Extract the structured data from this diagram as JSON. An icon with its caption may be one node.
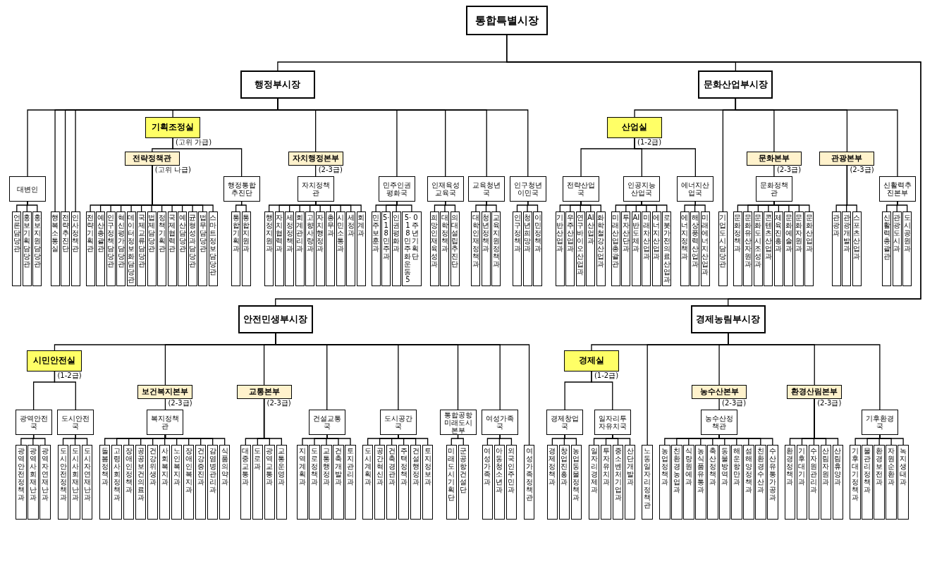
{
  "diagram": {
    "nodes": [
      {
        "text": [
          "통합특별시장"
        ]
      },
      {
        "text": [
          "행정부시장"
        ]
      },
      {
        "text": [
          "대변인"
        ]
      },
      {
        "text": [
          "언론담당관"
        ]
      },
      {
        "text": [
          "홍보기획담당관"
        ]
      },
      {
        "text": [
          "홍보지원담당관"
        ]
      },
      {
        "text": [
          "행복소통실"
        ]
      },
      {
        "text": [
          "전략추진단"
        ]
      },
      {
        "text": [
          "인사정책관"
        ]
      },
      {
        "text": [
          "기획조정실"
        ],
        "beside": [
          "(고위 가급)"
        ]
      },
      {
        "text": [
          "전략정책관"
        ],
        "beside": [
          "(고위 나급)"
        ]
      },
      {
        "text": [
          "전략기획관"
        ]
      },
      {
        "text": [
          "예산총괄관"
        ]
      },
      {
        "text": [
          "인구정책담당관"
        ]
      },
      {
        "text": [
          "혁신평가담당관"
        ]
      },
      {
        "text": [
          "데이터정보화담당관"
        ]
      },
      {
        "text": [
          "국제교류담당관"
        ]
      },
      {
        "text": [
          "법제담당관"
        ]
      },
      {
        "text": [
          "정책기획관"
        ]
      },
      {
        "text": [
          "국제협력관"
        ]
      },
      {
        "text": [
          "예산담당관"
        ]
      },
      {
        "text": [
          "균형성과담당관"
        ]
      },
      {
        "text": [
          "법무담당관"
        ]
      },
      {
        "text": [
          "스마트정보담당관"
        ]
      },
      {
        "text": [
          "행정통합추진단"
        ]
      },
      {
        "text": [
          "통합기획과"
        ]
      },
      {
        "text": [
          "통합지원과"
        ]
      },
      {
        "text": [
          "자치행정본부"
        ],
        "beside": [
          "(2-3급)"
        ]
      },
      {
        "text": [
          "자치정책관"
        ]
      },
      {
        "text": [
          "행정지원과"
        ]
      },
      {
        "text": [
          "자치협력과"
        ]
      },
      {
        "text": [
          "세정정책과"
        ]
      },
      {
        "text": [
          "회계관리과"
        ]
      },
      {
        "text": [
          "고향사랑과"
        ]
      },
      {
        "text": [
          "자치행정과"
        ]
      },
      {
        "text": [
          "총무과"
        ]
      },
      {
        "text": [
          "시민소통과"
        ]
      },
      {
        "text": [
          "세정과"
        ]
      },
      {
        "text": [
          "회계과"
        ]
      },
      {
        "text": [
          "민주인권평화국"
        ]
      },
      {
        "text": [
          "민주보훈과"
        ]
      },
      {
        "text": [
          "5·18민주과"
        ]
      },
      {
        "text": [
          "인권평화과"
        ]
      },
      {
        "text": [
          "5·18민주화운동50주년기획단"
        ]
      },
      {
        "text": [
          "인재육성교육국"
        ]
      },
      {
        "text": [
          "희망인재육성과"
        ]
      },
      {
        "text": [
          "대학정책과"
        ]
      },
      {
        "text": [
          "의대설립추진단"
        ]
      },
      {
        "text": [
          "교육청년국"
        ]
      },
      {
        "text": [
          "대학인재정책과"
        ]
      },
      {
        "text": [
          "청년정책과"
        ]
      },
      {
        "text": [
          "교육지원정책과"
        ]
      },
      {
        "text": [
          "인구청년이민국"
        ]
      },
      {
        "text": [
          "인구정책과"
        ]
      },
      {
        "text": [
          "청년희망과"
        ]
      },
      {
        "text": [
          "이민정책과"
        ]
      },
      {
        "text": [
          "문화산업부시장"
        ]
      },
      {
        "text": [
          "산업실"
        ],
        "beside": [
          "(1-2급)"
        ]
      },
      {
        "text": [
          "전략산업국"
        ]
      },
      {
        "text": [
          "기반산업과"
        ]
      },
      {
        "text": [
          "우주산업과"
        ]
      },
      {
        "text": [
          "연구바이오산업과"
        ]
      },
      {
        "text": [
          "AI산업과"
        ]
      },
      {
        "text": [
          "화학철강산업과"
        ]
      },
      {
        "text": [
          "인공지능산업국"
        ]
      },
      {
        "text": [
          "미래산업총괄관"
        ]
      },
      {
        "text": [
          "투자산단과"
        ]
      },
      {
        "text": [
          "AI반도체과"
        ]
      },
      {
        "text": [
          "미래차산업과"
        ]
      },
      {
        "text": [
          "에너지산업과"
        ]
      },
      {
        "text": [
          "로봇가전의료산업과"
        ]
      },
      {
        "text": [
          "에너지산업국"
        ]
      },
      {
        "text": [
          "에너지정책과"
        ]
      },
      {
        "text": [
          "해상풍력산업과"
        ]
      },
      {
        "text": [
          "미래에너지산업과"
        ]
      },
      {
        "text": [
          "기업도시담당관"
        ]
      },
      {
        "text": [
          "문화본부"
        ],
        "beside": [
          "(2-3급)"
        ]
      },
      {
        "text": [
          "문화정책관"
        ]
      },
      {
        "text": [
          "문화정책과"
        ]
      },
      {
        "text": [
          "문화유산자원과"
        ]
      },
      {
        "text": [
          "문화도시조성과"
        ]
      },
      {
        "text": [
          "콘텐츠산업과"
        ]
      },
      {
        "text": [
          "체육진흥과"
        ]
      },
      {
        "text": [
          "문화예술과"
        ]
      },
      {
        "text": [
          "문화자원과"
        ]
      },
      {
        "text": [
          "문화산업과"
        ]
      },
      {
        "text": [
          "관광본부"
        ],
        "beside": [
          "(2-3급)"
        ]
      },
      {
        "text": [
          "관광과"
        ]
      },
      {
        "text": [
          "관광개발과"
        ]
      },
      {
        "text": [
          "스포츠산업과"
        ]
      },
      {
        "text": [
          "신활력추진본부"
        ]
      },
      {
        "text": [
          "신활력총괄관"
        ]
      },
      {
        "text": [
          "관광도시과"
        ]
      },
      {
        "text": [
          "도시공원과"
        ]
      },
      {
        "text": [
          "안전민생부시장"
        ]
      },
      {
        "text": [
          "시민안전실"
        ],
        "beside": [
          "(1-2급)"
        ]
      },
      {
        "text": [
          "광역안전국"
        ]
      },
      {
        "text": [
          "광역안전정책과"
        ]
      },
      {
        "text": [
          "광역사회재난과"
        ]
      },
      {
        "text": [
          "광역자연재난과"
        ]
      },
      {
        "text": [
          "도시안전국"
        ]
      },
      {
        "text": [
          "도시안전정책과"
        ]
      },
      {
        "text": [
          "도시사회재난과"
        ]
      },
      {
        "text": [
          "도시자연재난과"
        ]
      },
      {
        "text": [
          "보건복지본부"
        ],
        "beside": [
          "(2-3급)"
        ]
      },
      {
        "text": [
          "복지정책관"
        ]
      },
      {
        "text": [
          "돌봄정책과"
        ]
      },
      {
        "text": [
          "고령사회정책과"
        ]
      },
      {
        "text": [
          "장애인정책과"
        ]
      },
      {
        "text": [
          "공공보건의료과"
        ]
      },
      {
        "text": [
          "건강위생과"
        ]
      },
      {
        "text": [
          "사회복지과"
        ]
      },
      {
        "text": [
          "노인복지과"
        ]
      },
      {
        "text": [
          "장애인복지과"
        ]
      },
      {
        "text": [
          "건강증진과"
        ]
      },
      {
        "text": [
          "감염병관리과"
        ]
      },
      {
        "text": [
          "식품의약과"
        ]
      },
      {
        "text": [
          "교통본부"
        ],
        "beside": [
          "(2-3급)"
        ]
      },
      {
        "text": [
          "대중교통과"
        ]
      },
      {
        "text": [
          "도로과"
        ]
      },
      {
        "text": [
          "광역교통과"
        ]
      },
      {
        "text": [
          "교통운영과"
        ]
      },
      {
        "text": [
          "건설교통국"
        ]
      },
      {
        "text": [
          "지역계획과"
        ]
      },
      {
        "text": [
          "도로정책과"
        ]
      },
      {
        "text": [
          "교통행정과"
        ]
      },
      {
        "text": [
          "건축개발과"
        ]
      },
      {
        "text": [
          "토지관리과"
        ]
      },
      {
        "text": [
          "도시공간국"
        ]
      },
      {
        "text": [
          "도시계획과"
        ]
      },
      {
        "text": [
          "공간혁신과"
        ]
      },
      {
        "text": [
          "건축경관과"
        ]
      },
      {
        "text": [
          "주택정책과"
        ]
      },
      {
        "text": [
          "건설행정과"
        ]
      },
      {
        "text": [
          "토지정보과"
        ]
      },
      {
        "text": [
          "통합공항미래도시본부"
        ]
      },
      {
        "text": [
          "미래도시기획단"
        ]
      },
      {
        "text": [
          "군공항건설단"
        ]
      },
      {
        "text": [
          "여성가족국"
        ]
      },
      {
        "text": [
          "여성가족과"
        ]
      },
      {
        "text": [
          "아동청소년과"
        ]
      },
      {
        "text": [
          "외국인주민과"
        ]
      },
      {
        "text": [
          "여성가족정책관"
        ]
      },
      {
        "text": [
          "경제농림부시장"
        ]
      },
      {
        "text": [
          "경제실"
        ],
        "beside": [
          "(1-2급)"
        ]
      },
      {
        "text": [
          "경제창업국"
        ]
      },
      {
        "text": [
          "경제정책과"
        ]
      },
      {
        "text": [
          "창업진흥과"
        ]
      },
      {
        "text": [
          "농업동물정책과"
        ]
      },
      {
        "text": [
          "일자리투자유치국"
        ]
      },
      {
        "text": [
          "일자리경제과"
        ]
      },
      {
        "text": [
          "투자유치과"
        ]
      },
      {
        "text": [
          "중소벤처기업과"
        ]
      },
      {
        "text": [
          "산단개발과"
        ]
      },
      {
        "text": [
          "노동일자리정책관"
        ]
      },
      {
        "text": [
          "농수산본부"
        ],
        "beside": [
          "(2-3급)"
        ]
      },
      {
        "text": [
          "농수산정책관"
        ]
      },
      {
        "text": [
          "농업정책과"
        ]
      },
      {
        "text": [
          "친환경농업과"
        ]
      },
      {
        "text": [
          "식량원예과"
        ]
      },
      {
        "text": [
          "농식품유통과"
        ]
      },
      {
        "text": [
          "축산정책과"
        ]
      },
      {
        "text": [
          "동물방역과"
        ]
      },
      {
        "text": [
          "해운항만과"
        ]
      },
      {
        "text": [
          "섬해양정책과"
        ]
      },
      {
        "text": [
          "친환경수산과"
        ]
      },
      {
        "text": [
          "수산유통가공과"
        ]
      },
      {
        "text": [
          "환경산림본부"
        ],
        "beside": [
          "(2-3급)"
        ]
      },
      {
        "text": [
          "환경정책과"
        ]
      },
      {
        "text": [
          "기후대기과"
        ]
      },
      {
        "text": [
          "수자원관리과"
        ]
      },
      {
        "text": [
          "산림자원과"
        ]
      },
      {
        "text": [
          "산림휴양과"
        ]
      },
      {
        "text": [
          "기후환경국"
        ]
      },
      {
        "text": [
          "기후대기정책과"
        ]
      },
      {
        "text": [
          "물관리정책과"
        ]
      },
      {
        "text": [
          "환경보전과"
        ]
      },
      {
        "text": [
          "자원순환과"
        ]
      },
      {
        "text": [
          "녹지생태과"
        ]
      }
    ],
    "edges": [
      {
        "from": 0,
        "to": 1,
        "arrow": "none"
      },
      {
        "from": 1,
        "to": 2,
        "arrow": "none"
      },
      {
        "from": 2,
        "to": 3,
        "arrow": "none"
      },
      {
        "from": 2,
        "to": 4,
        "arrow": "none"
      },
      {
        "from": 2,
        "to": 5,
        "arrow": "none"
      },
      {
        "from": 1,
        "to": 6,
        "arrow": "none"
      },
      {
        "from": 1,
        "to": 7,
        "arrow": "none"
      },
      {
        "from": 1,
        "to": 8,
        "arrow": "none"
      },
      {
        "from": 1,
        "to": 9,
        "arrow": "none"
      },
      {
        "from": 9,
        "to": 10,
        "arrow": "none"
      },
      {
        "from": 10,
        "to": 11,
        "arrow": "none"
      },
      {
        "from": 10,
        "to": 12,
        "arrow": "none"
      },
      {
        "from": 10,
        "to": 13,
        "arrow": "none"
      },
      {
        "from": 10,
        "to": 14,
        "arrow": "none"
      },
      {
        "from": 10,
        "to": 15,
        "arrow": "none"
      },
      {
        "from": 10,
        "to": 16,
        "arrow": "none"
      },
      {
        "from": 10,
        "to": 17,
        "arrow": "none"
      },
      {
        "from": 10,
        "to": 18,
        "arrow": "none"
      },
      {
        "from": 10,
        "to": 19,
        "arrow": "none"
      },
      {
        "from": 10,
        "to": 20,
        "arrow": "none"
      },
      {
        "from": 10,
        "to": 21,
        "arrow": "none"
      },
      {
        "from": 10,
        "to": 22,
        "arrow": "none"
      },
      {
        "from": 10,
        "to": 23,
        "arrow": "none"
      },
      {
        "from": 9,
        "to": 24,
        "arrow": "none"
      },
      {
        "from": 24,
        "to": 25,
        "arrow": "none"
      },
      {
        "from": 24,
        "to": 26,
        "arrow": "none"
      },
      {
        "from": 1,
        "to": 27,
        "arrow": "none"
      },
      {
        "from": 27,
        "to": 28,
        "arrow": "none"
      },
      {
        "from": 28,
        "to": 29,
        "arrow": "none"
      },
      {
        "from": 28,
        "to": 30,
        "arrow": "none"
      },
      {
        "from": 28,
        "to": 31,
        "arrow": "none"
      },
      {
        "from": 28,
        "to": 32,
        "arrow": "none"
      },
      {
        "from": 28,
        "to": 33,
        "arrow": "none"
      },
      {
        "from": 28,
        "to": 34,
        "arrow": "none"
      },
      {
        "from": 28,
        "to": 35,
        "arrow": "none"
      },
      {
        "from": 28,
        "to": 36,
        "arrow": "none"
      },
      {
        "from": 28,
        "to": 37,
        "arrow": "none"
      },
      {
        "from": 28,
        "to": 38,
        "arrow": "none"
      },
      {
        "from": 1,
        "to": 39,
        "arrow": "none"
      },
      {
        "from": 39,
        "to": 40,
        "arrow": "none"
      },
      {
        "from": 39,
        "to": 41,
        "arrow": "none"
      },
      {
        "from": 39,
        "to": 42,
        "arrow": "none"
      },
      {
        "from": 39,
        "to": 43,
        "arrow": "none"
      },
      {
        "from": 1,
        "to": 44,
        "arrow": "none"
      },
      {
        "from": 44,
        "to": 45,
        "arrow": "none"
      },
      {
        "from": 44,
        "to": 46,
        "arrow": "none"
      },
      {
        "from": 44,
        "to": 47,
        "arrow": "none"
      },
      {
        "from": 1,
        "to": 48,
        "arrow": "none"
      },
      {
        "from": 48,
        "to": 49,
        "arrow": "none"
      },
      {
        "from": 48,
        "to": 50,
        "arrow": "none"
      },
      {
        "from": 48,
        "to": 51,
        "arrow": "none"
      },
      {
        "from": 1,
        "to": 52,
        "arrow": "none"
      },
      {
        "from": 52,
        "to": 53,
        "arrow": "none"
      },
      {
        "from": 52,
        "to": 54,
        "arrow": "none"
      },
      {
        "from": 52,
        "to": 55,
        "arrow": "none"
      },
      {
        "from": 0,
        "to": 56,
        "arrow": "none"
      },
      {
        "from": 56,
        "to": 57,
        "arrow": "none"
      },
      {
        "from": 57,
        "to": 58,
        "arrow": "none"
      },
      {
        "from": 58,
        "to": 59,
        "arrow": "none"
      },
      {
        "from": 58,
        "to": 60,
        "arrow": "none"
      },
      {
        "from": 58,
        "to": 61,
        "arrow": "none"
      },
      {
        "from": 58,
        "to": 62,
        "arrow": "none"
      },
      {
        "from": 58,
        "to": 63,
        "arrow": "none"
      },
      {
        "from": 57,
        "to": 64,
        "arrow": "none"
      },
      {
        "from": 64,
        "to": 65,
        "arrow": "none"
      },
      {
        "from": 64,
        "to": 66,
        "arrow": "none"
      },
      {
        "from": 64,
        "to": 67,
        "arrow": "none"
      },
      {
        "from": 64,
        "to": 68,
        "arrow": "none"
      },
      {
        "from": 64,
        "to": 69,
        "arrow": "none"
      },
      {
        "from": 64,
        "to": 70,
        "arrow": "none"
      },
      {
        "from": 57,
        "to": 71,
        "arrow": "none"
      },
      {
        "from": 71,
        "to": 72,
        "arrow": "none"
      },
      {
        "from": 71,
        "to": 73,
        "arrow": "none"
      },
      {
        "from": 71,
        "to": 74,
        "arrow": "none"
      },
      {
        "from": 56,
        "to": 75,
        "arrow": "none"
      },
      {
        "from": 56,
        "to": 76,
        "arrow": "none"
      },
      {
        "from": 76,
        "to": 77,
        "arrow": "none"
      },
      {
        "from": 77,
        "to": 78,
        "arrow": "none"
      },
      {
        "from": 77,
        "to": 79,
        "arrow": "none"
      },
      {
        "from": 77,
        "to": 80,
        "arrow": "none"
      },
      {
        "from": 77,
        "to": 81,
        "arrow": "none"
      },
      {
        "from": 77,
        "to": 82,
        "arrow": "none"
      },
      {
        "from": 77,
        "to": 83,
        "arrow": "none"
      },
      {
        "from": 77,
        "to": 84,
        "arrow": "none"
      },
      {
        "from": 77,
        "to": 85,
        "arrow": "none"
      },
      {
        "from": 56,
        "to": 86,
        "arrow": "none"
      },
      {
        "from": 86,
        "to": 87,
        "arrow": "none"
      },
      {
        "from": 86,
        "to": 88,
        "arrow": "none"
      },
      {
        "from": 86,
        "to": 89,
        "arrow": "none"
      },
      {
        "from": 56,
        "to": 90,
        "arrow": "none"
      },
      {
        "from": 90,
        "to": 91,
        "arrow": "none"
      },
      {
        "from": 90,
        "to": 92,
        "arrow": "none"
      },
      {
        "from": 90,
        "to": 93,
        "arrow": "none"
      },
      {
        "from": 0,
        "to": 94,
        "arrow": "none"
      },
      {
        "from": 94,
        "to": 95,
        "arrow": "none"
      },
      {
        "from": 95,
        "to": 96,
        "arrow": "none"
      },
      {
        "from": 96,
        "to": 97,
        "arrow": "none"
      },
      {
        "from": 96,
        "to": 98,
        "arrow": "none"
      },
      {
        "from": 96,
        "to": 99,
        "arrow": "none"
      },
      {
        "from": 95,
        "to": 100,
        "arrow": "none"
      },
      {
        "from": 100,
        "to": 101,
        "arrow": "none"
      },
      {
        "from": 100,
        "to": 102,
        "arrow": "none"
      },
      {
        "from": 100,
        "to": 103,
        "arrow": "none"
      },
      {
        "from": 94,
        "to": 104,
        "arrow": "none"
      },
      {
        "from": 104,
        "to": 105,
        "arrow": "none"
      },
      {
        "from": 105,
        "to": 106,
        "arrow": "none"
      },
      {
        "from": 105,
        "to": 107,
        "arrow": "none"
      },
      {
        "from": 105,
        "to": 108,
        "arrow": "none"
      },
      {
        "from": 105,
        "to": 109,
        "arrow": "none"
      },
      {
        "from": 105,
        "to": 110,
        "arrow": "none"
      },
      {
        "from": 105,
        "to": 111,
        "arrow": "none"
      },
      {
        "from": 105,
        "to": 112,
        "arrow": "none"
      },
      {
        "from": 105,
        "to": 113,
        "arrow": "none"
      },
      {
        "from": 105,
        "to": 114,
        "arrow": "none"
      },
      {
        "from": 105,
        "to": 115,
        "arrow": "none"
      },
      {
        "from": 105,
        "to": 116,
        "arrow": "none"
      },
      {
        "from": 94,
        "to": 117,
        "arrow": "none"
      },
      {
        "from": 117,
        "to": 118,
        "arrow": "none"
      },
      {
        "from": 117,
        "to": 119,
        "arrow": "none"
      },
      {
        "from": 117,
        "to": 120,
        "arrow": "none"
      },
      {
        "from": 117,
        "to": 121,
        "arrow": "none"
      },
      {
        "from": 94,
        "to": 122,
        "arrow": "none"
      },
      {
        "from": 122,
        "to": 123,
        "arrow": "none"
      },
      {
        "from": 122,
        "to": 124,
        "arrow": "none"
      },
      {
        "from": 122,
        "to": 125,
        "arrow": "none"
      },
      {
        "from": 122,
        "to": 126,
        "arrow": "none"
      },
      {
        "from": 122,
        "to": 127,
        "arrow": "none"
      },
      {
        "from": 94,
        "to": 128,
        "arrow": "none"
      },
      {
        "from": 128,
        "to": 129,
        "arrow": "none"
      },
      {
        "from": 128,
        "to": 130,
        "arrow": "none"
      },
      {
        "from": 128,
        "to": 131,
        "arrow": "none"
      },
      {
        "from": 128,
        "to": 132,
        "arrow": "none"
      },
      {
        "from": 128,
        "to": 133,
        "arrow": "none"
      },
      {
        "from": 128,
        "to": 134,
        "arrow": "none"
      },
      {
        "from": 94,
        "to": 135,
        "arrow": "none"
      },
      {
        "from": 135,
        "to": 136,
        "arrow": "none"
      },
      {
        "from": 135,
        "to": 137,
        "arrow": "none"
      },
      {
        "from": 94,
        "to": 138,
        "arrow": "none"
      },
      {
        "from": 138,
        "to": 139,
        "arrow": "none"
      },
      {
        "from": 138,
        "to": 140,
        "arrow": "none"
      },
      {
        "from": 138,
        "to": 141,
        "arrow": "none"
      },
      {
        "from": 94,
        "to": 142,
        "arrow": "none"
      },
      {
        "from": 0,
        "to": 143,
        "arrow": "none"
      },
      {
        "from": 143,
        "to": 144,
        "arrow": "none"
      },
      {
        "from": 144,
        "to": 145,
        "arrow": "none"
      },
      {
        "from": 145,
        "to": 146,
        "arrow": "none"
      },
      {
        "from": 145,
        "to": 147,
        "arrow": "none"
      },
      {
        "from": 145,
        "to": 148,
        "arrow": "none"
      },
      {
        "from": 144,
        "to": 149,
        "arrow": "none"
      },
      {
        "from": 149,
        "to": 150,
        "arrow": "none"
      },
      {
        "from": 149,
        "to": 151,
        "arrow": "none"
      },
      {
        "from": 149,
        "to": 152,
        "arrow": "none"
      },
      {
        "from": 149,
        "to": 153,
        "arrow": "none"
      },
      {
        "from": 143,
        "to": 154,
        "arrow": "none"
      },
      {
        "from": 143,
        "to": 155,
        "arrow": "none"
      },
      {
        "from": 155,
        "to": 156,
        "arrow": "none"
      },
      {
        "from": 156,
        "to": 157,
        "arrow": "none"
      },
      {
        "from": 156,
        "to": 158,
        "arrow": "none"
      },
      {
        "from": 156,
        "to": 159,
        "arrow": "none"
      },
      {
        "from": 156,
        "to": 160,
        "arrow": "none"
      },
      {
        "from": 156,
        "to": 161,
        "arrow": "none"
      },
      {
        "from": 156,
        "to": 162,
        "arrow": "none"
      },
      {
        "from": 156,
        "to": 163,
        "arrow": "none"
      },
      {
        "from": 156,
        "to": 164,
        "arrow": "none"
      },
      {
        "from": 156,
        "to": 165,
        "arrow": "none"
      },
      {
        "from": 156,
        "to": 166,
        "arrow": "none"
      },
      {
        "from": 143,
        "to": 167,
        "arrow": "none"
      },
      {
        "from": 167,
        "to": 168,
        "arrow": "none"
      },
      {
        "from": 167,
        "to": 169,
        "arrow": "none"
      },
      {
        "from": 167,
        "to": 170,
        "arrow": "none"
      },
      {
        "from": 167,
        "to": 171,
        "arrow": "none"
      },
      {
        "from": 167,
        "to": 172,
        "arrow": "none"
      },
      {
        "from": 143,
        "to": 173,
        "arrow": "none"
      },
      {
        "from": 173,
        "to": 174,
        "arrow": "none"
      },
      {
        "from": 173,
        "to": 175,
        "arrow": "none"
      },
      {
        "from": 173,
        "to": 176,
        "arrow": "none"
      },
      {
        "from": 173,
        "to": 177,
        "arrow": "none"
      },
      {
        "from": 173,
        "to": 178,
        "arrow": "none"
      }
    ]
  }
}
